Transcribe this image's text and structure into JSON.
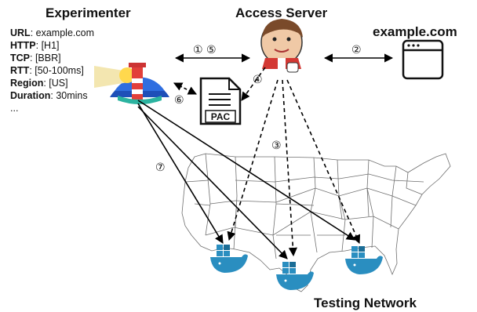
{
  "titles": {
    "experimenter": "Experimenter",
    "access_server": "Access Server",
    "origin": "example.com",
    "testing_network": "Testing Network"
  },
  "config": [
    {
      "key": "URL",
      "value": ": example.com"
    },
    {
      "key": "HTTP",
      "value": ": [H1]"
    },
    {
      "key": "TCP",
      "value": ": [BBR]"
    },
    {
      "key": "RTT",
      "value": ": [50-100ms]"
    },
    {
      "key": "Region",
      "value": ": [US]"
    },
    {
      "key": "Duration",
      "value": ": 30mins"
    },
    {
      "key": "...",
      "value": ""
    }
  ],
  "pac_label": "PAC",
  "steps": {
    "s1_5": "① ⑤",
    "s2": "②",
    "s3": "③",
    "s4": "④",
    "s6": "⑥",
    "s7": "⑦"
  },
  "icons": [
    "lighthouse-icon",
    "jenkins-butler-icon",
    "browser-window-icon",
    "pac-file-icon",
    "docker-whale-icon"
  ],
  "colors": {
    "docker_blue": "#2a8ec0",
    "docker_dark": "#1b6d96",
    "lighthouse_blue": "#1e4fb8",
    "lighthouse_sky": "#f3e6b0",
    "jenkins_red": "#d33833",
    "map_stroke": "#6e6e6e"
  }
}
